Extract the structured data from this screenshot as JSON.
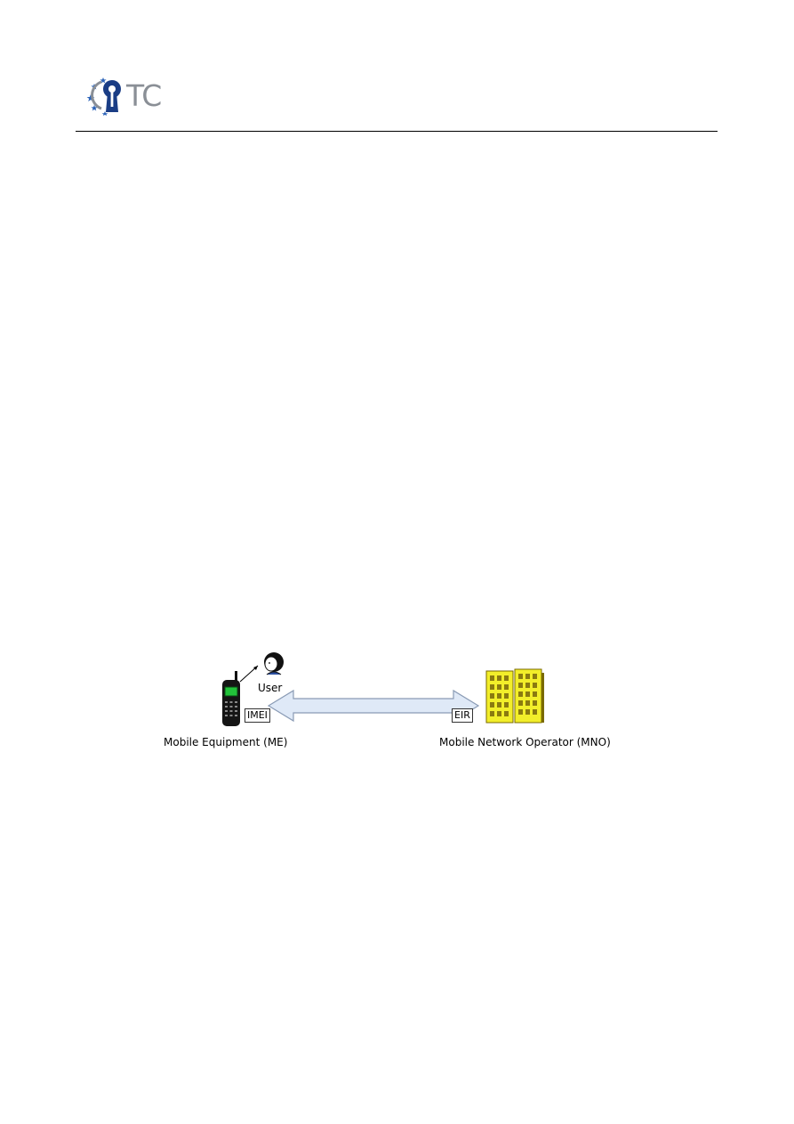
{
  "header": {
    "logo_text": "TC"
  },
  "diagram": {
    "user_label": "User",
    "imei_label": "IMEI",
    "eir_label": "EIR",
    "me_caption": "Mobile Equipment (ME)",
    "mno_caption": "Mobile Network Operator (MNO)",
    "colors": {
      "arrow_fill": "#dfe9f7",
      "arrow_stroke": "#8a9bb5",
      "building_fill": "#f2ee2a",
      "building_stroke": "#7a6a00",
      "phone_screen": "#22c23a"
    }
  }
}
